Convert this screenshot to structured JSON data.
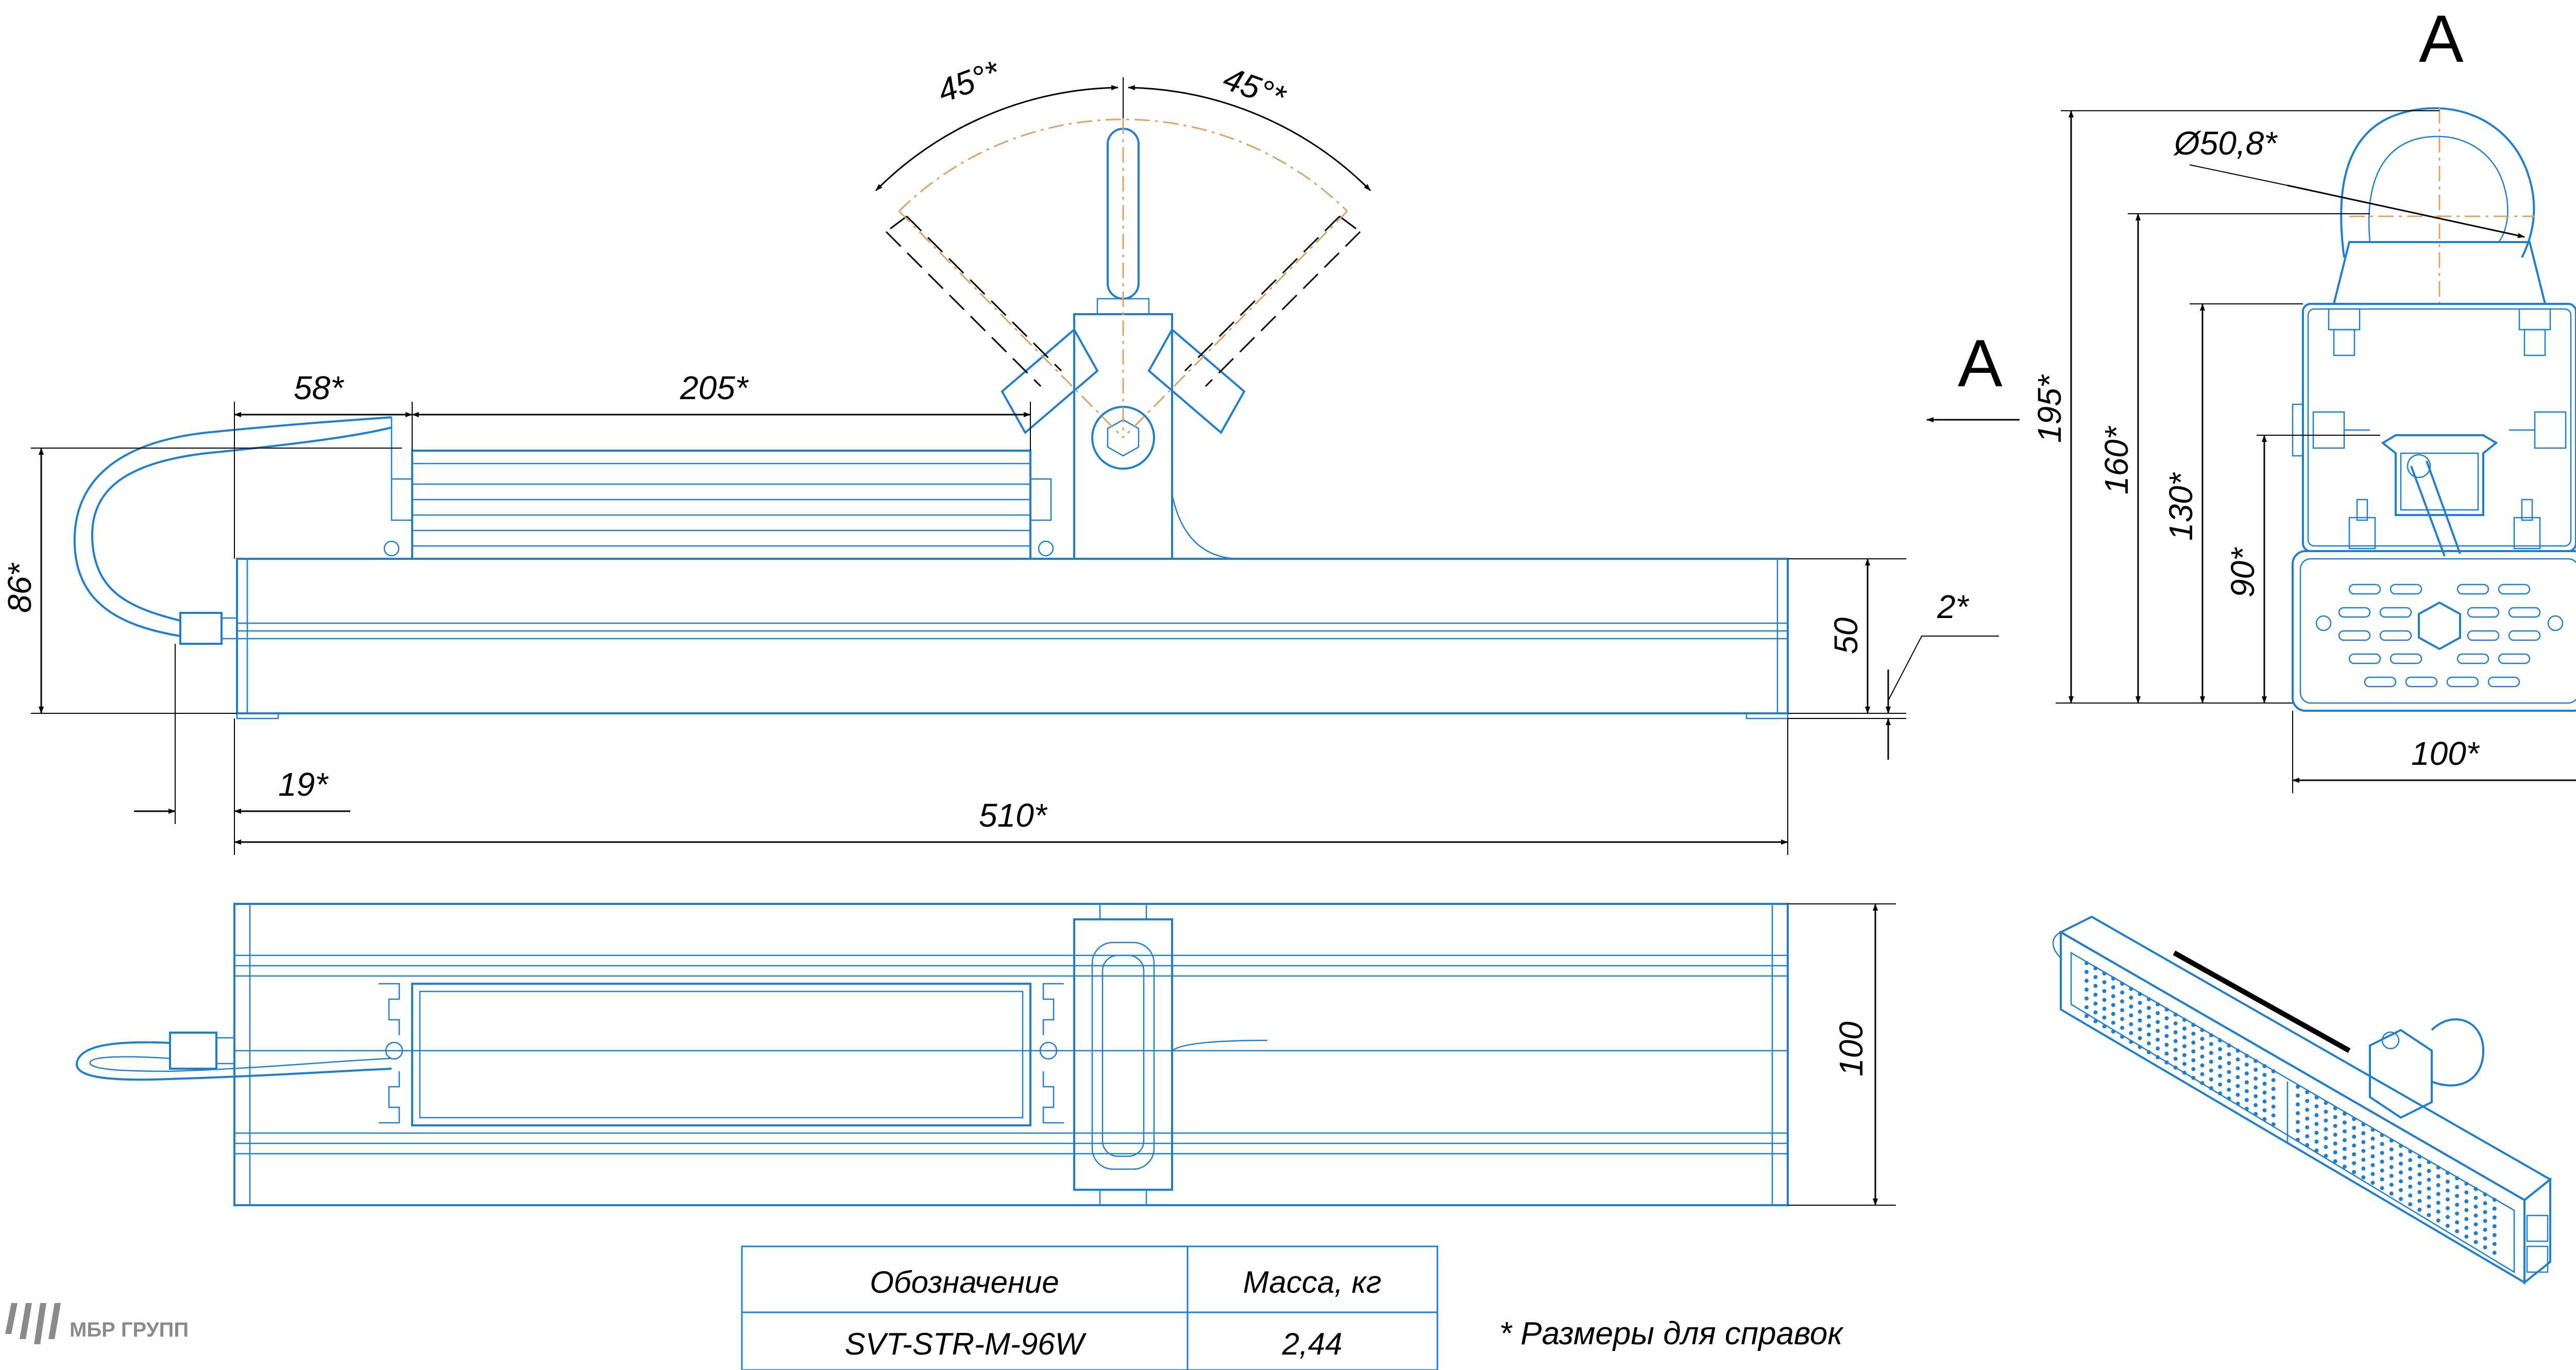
{
  "dimensions": {
    "angle_left": "45°*",
    "angle_right": "45°*",
    "width_58": "58*",
    "width_205": "205*",
    "height_86": "86*",
    "height_50": "50",
    "thick_2": "2*",
    "offset_19": "19*",
    "length_510": "510*",
    "depth_100_bottom": "100",
    "view_a_letter": "A",
    "arrow_a_letter": "A",
    "diam_508": "Ø50,8*",
    "h_195": "195*",
    "h_160": "160*",
    "h_130": "130*",
    "h_90": "90*",
    "w_100": "100*"
  },
  "table": {
    "header_designation": "Обозначение",
    "header_mass": "Масса, кг",
    "value_designation": "SVT-STR-M-96W",
    "value_mass": "2,44"
  },
  "note": "* Размеры для справок",
  "logo": {
    "text": "МБР ГРУПП"
  }
}
